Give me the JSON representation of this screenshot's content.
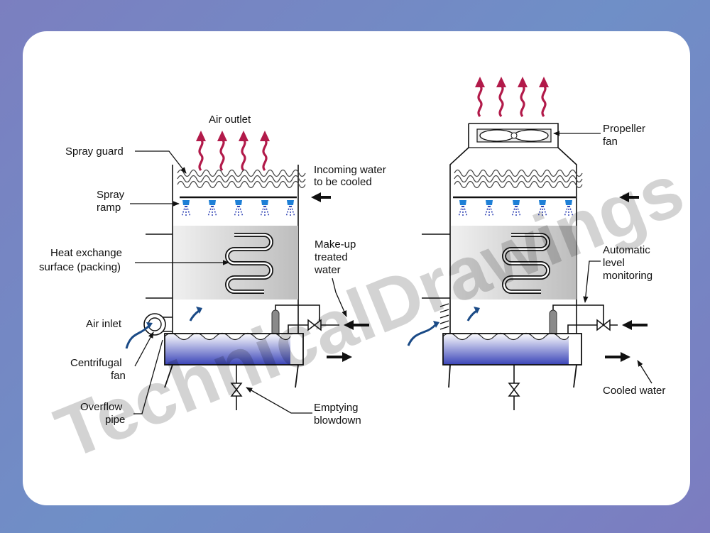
{
  "watermark": "TechnicalDrawings",
  "colors": {
    "background": "#7b7fc0",
    "card": "#ffffff",
    "air_arrows": "#b21a4a",
    "nozzles": "#1e7fd6",
    "water_top": "#ffffff",
    "water_bottom": "#3a44b8",
    "packing": "#c9c9c9",
    "inlet_arrow": "#1a4a86"
  },
  "left_tower": {
    "air_outlet": "Air outlet",
    "spray_guard": "Spray guard",
    "spray_ramp": [
      "Spray",
      "ramp"
    ],
    "heat_exchange_surface": [
      "Heat exchange",
      "surface (packing)"
    ],
    "air_inlet": "Air inlet",
    "centrifugal_fan": [
      "Centrifugal",
      "fan"
    ],
    "overflow_pipe": [
      "Overflow",
      "pipe"
    ],
    "incoming_water": [
      "Incoming water",
      "to be cooled"
    ],
    "makeup_water": [
      "Make-up",
      "treated",
      "water"
    ],
    "emptying_blowdown": [
      "Emptying",
      "blowdown"
    ]
  },
  "right_tower": {
    "propeller_fan": [
      "Propeller",
      "fan"
    ],
    "automatic_level": [
      "Automatic",
      "level",
      "monitoring"
    ],
    "cooled_water": "Cooled water"
  }
}
